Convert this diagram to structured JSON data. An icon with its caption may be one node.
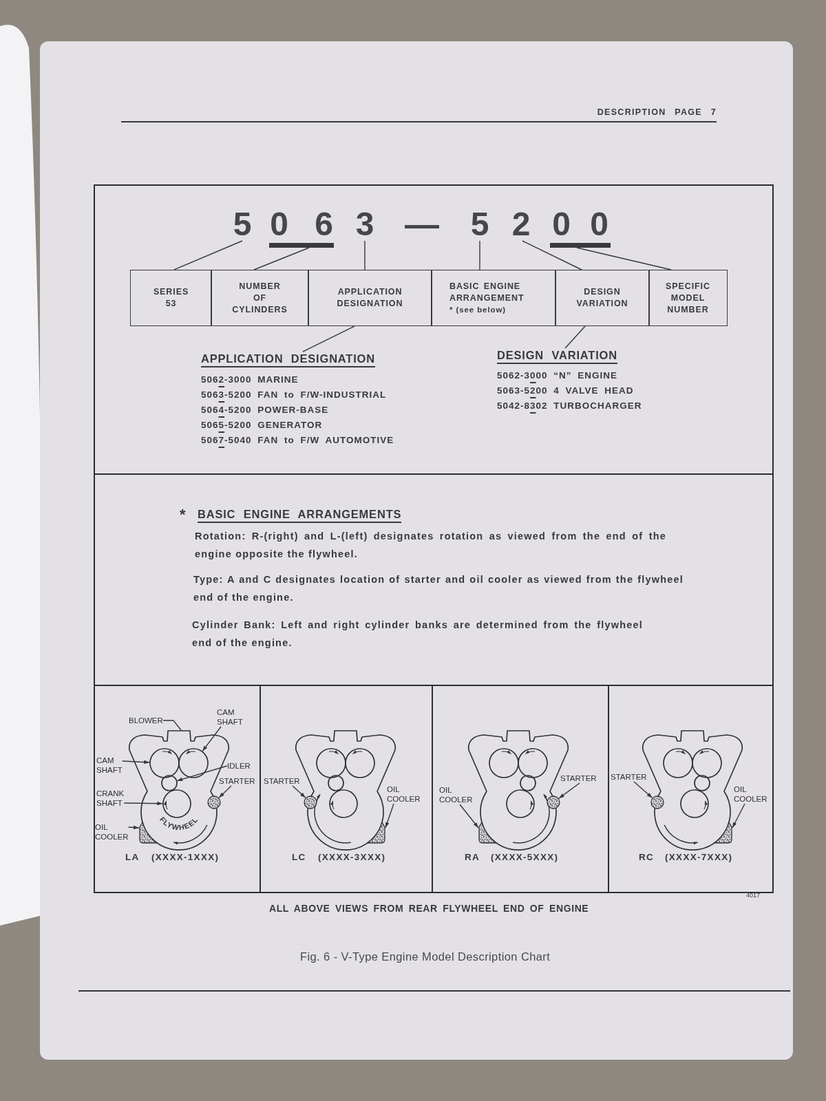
{
  "diagram": {
    "caption": "Fig. 6 - V-Type Engine Model Description Chart",
    "nodes": [
      {
        "text": [],
        "shape": "box"
      },
      {
        "text": [
          "5"
        ],
        "in": 0
      },
      {
        "text": [
          "0 6"
        ],
        "in": 0
      },
      {
        "text": [
          "3"
        ],
        "in": 0
      },
      {
        "text": [
          "5"
        ],
        "in": 0
      },
      {
        "text": [
          "2"
        ],
        "in": 0
      },
      {
        "text": [
          "0 0"
        ],
        "in": 0
      },
      {
        "text": [
          "SERIES 53"
        ],
        "in": 0
      },
      {
        "text": [
          "NUMBER OF CYLINDERS"
        ],
        "in": 0
      },
      {
        "text": [
          "APPLICATION DESIGNATION"
        ],
        "in": 0
      },
      {
        "text": [
          "BASIC ENGINE ARRANGEMENT",
          "* (see below)"
        ],
        "in": 0
      },
      {
        "text": [
          "DESIGN VARIATION"
        ],
        "in": 0
      },
      {
        "text": [
          "SPECIFIC MODEL NUMBER"
        ],
        "in": 0
      },
      {
        "text": [
          "APPLICATION DESIGNATION",
          "5062-3000 MARINE",
          "5063-5200 FAN to F/W-INDUSTRIAL",
          "5064-5200 POWER-BASE",
          "5065-5200 GENERATOR",
          "5067-5040 FAN to F/W AUTOMOTIVE"
        ],
        "in": 0
      },
      {
        "text": [
          "DESIGN VARIATION",
          "5062-3000 “N” ENGINE",
          "5063-5200 4 VALVE HEAD",
          "5042-8302 TURBOCHARGER"
        ],
        "in": 0
      },
      {
        "text": [
          "*",
          "BASIC ENGINE ARRANGEMENTS",
          "Rotation: R-(right) and L-(left) designates rotation as viewed from the end of the engine opposite the flywheel.",
          "Type: A and C designates location of starter and oil cooler as viewed from the flywheel end of the engine.",
          "Cylinder Bank: Left and right cylinder banks are determined from the flywheel end of the engine."
        ]
      },
      {
        "text": [
          "LA",
          "(XXXX-1XXX)"
        ]
      },
      {
        "text": [
          "BLOWER"
        ],
        "in": 16
      },
      {
        "text": [
          "CAM SHAFT"
        ],
        "in": 16
      },
      {
        "text": [
          "CAM SHAFT"
        ],
        "in": 16
      },
      {
        "text": [
          "IDLER"
        ],
        "in": 16
      },
      {
        "text": [
          "STARTER"
        ],
        "in": 16
      },
      {
        "text": [
          "CRANK SHAFT"
        ],
        "in": 16
      },
      {
        "text": [
          "OIL COOLER"
        ],
        "in": 16
      },
      {
        "text": [
          "FLYWHEEL"
        ],
        "in": 16
      },
      {
        "text": [],
        "shape": "circle",
        "in": 24
      },
      {
        "text": [],
        "shape": "circle",
        "in": 24
      },
      {
        "text": [],
        "shape": "circle",
        "in": 24
      },
      {
        "text": [],
        "shape": "circle",
        "in": 24
      },
      {
        "text": [],
        "shape": "circle",
        "in": 24
      },
      {
        "text": [],
        "shape": "triangle",
        "in": 24
      },
      {
        "text": [
          "LC",
          "(XXXX-3XXX)"
        ]
      },
      {
        "text": [
          "STARTER"
        ],
        "in": 31
      },
      {
        "text": [
          "OIL COOLER"
        ],
        "in": 31
      },
      {
        "text": [],
        "shape": "circle",
        "in": 31
      },
      {
        "text": [],
        "shape": "triangle",
        "in": 31
      },
      {
        "text": [
          "RA",
          "(XXXX-5XXX)"
        ]
      },
      {
        "text": [
          "STARTER"
        ],
        "in": 36
      },
      {
        "text": [
          "OIL COOLER"
        ],
        "in": 36
      },
      {
        "text": [],
        "shape": "circle",
        "in": 36
      },
      {
        "text": [],
        "shape": "triangle",
        "in": 36
      },
      {
        "text": [
          "RC",
          "(XXXX-7XXX)"
        ]
      },
      {
        "text": [
          "STARTER"
        ],
        "in": 41
      },
      {
        "text": [
          "OIL COOLER"
        ],
        "in": 41
      },
      {
        "text": [],
        "shape": "circle",
        "in": 41
      },
      {
        "text": [],
        "shape": "triangle",
        "in": 41
      }
    ],
    "edges": [
      {
        "from": 1,
        "to": 7,
        "arrow": "none"
      },
      {
        "from": 2,
        "to": 8,
        "arrow": "none"
      },
      {
        "from": 3,
        "to": 9,
        "arrow": "none"
      },
      {
        "from": 4,
        "to": 10,
        "arrow": "none"
      },
      {
        "from": 5,
        "to": 11,
        "arrow": "none"
      },
      {
        "from": 6,
        "to": 12,
        "arrow": "none"
      },
      {
        "from": 9,
        "to": 13,
        "arrow": "none"
      },
      {
        "from": 11,
        "to": 14,
        "arrow": "none"
      },
      {
        "from": 17,
        "to": 24,
        "arrow": "none"
      },
      {
        "from": 18,
        "to": 25,
        "arrow": "to"
      },
      {
        "from": 19,
        "to": 26,
        "arrow": "to"
      },
      {
        "from": 20,
        "to": 27,
        "arrow": "to"
      },
      {
        "from": 21,
        "to": 29,
        "arrow": "to"
      },
      {
        "from": 22,
        "to": 28,
        "arrow": "to"
      },
      {
        "from": 23,
        "to": 30,
        "arrow": "to"
      },
      {
        "from": 32,
        "to": 34,
        "arrow": "to"
      },
      {
        "from": 33,
        "to": 35,
        "arrow": "to"
      },
      {
        "from": 37,
        "to": 39,
        "arrow": "to"
      },
      {
        "from": 38,
        "to": 40,
        "arrow": "to"
      },
      {
        "from": 42,
        "to": 44,
        "arrow": "to"
      },
      {
        "from": 43,
        "to": 45,
        "arrow": "to"
      }
    ],
    "labels": [
      "DESCRIPTION PAGE 7",
      "—",
      "4017",
      "ALL ABOVE VIEWS FROM REAR FLYWHEEL END OF ENGINE"
    ]
  }
}
